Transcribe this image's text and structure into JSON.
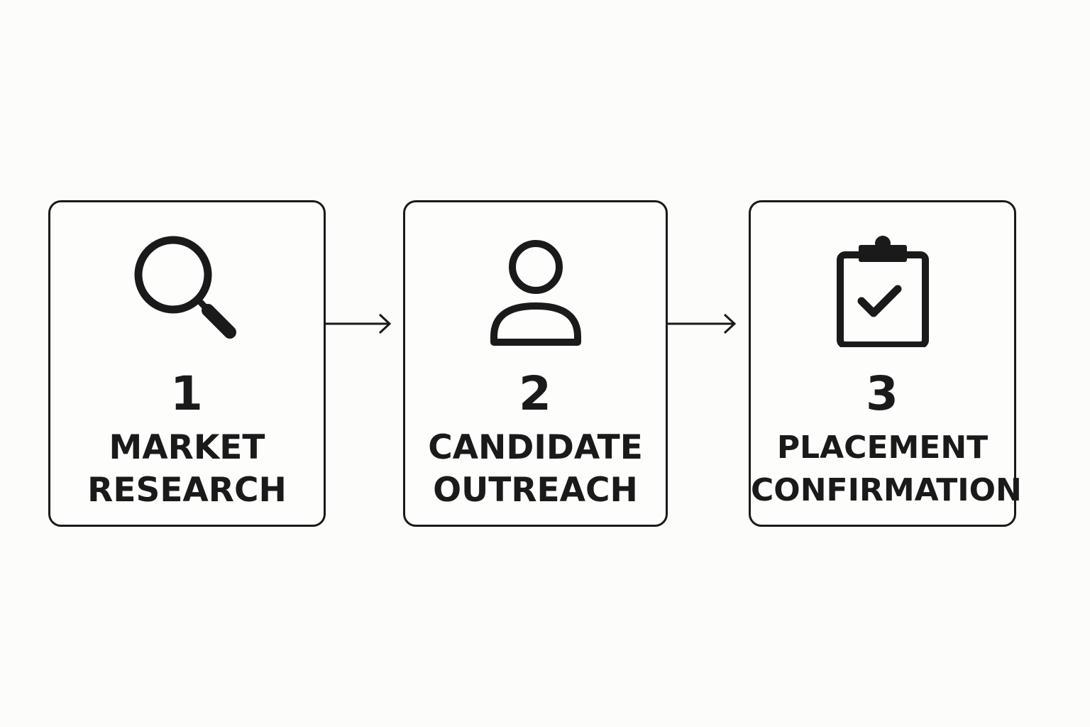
{
  "steps": [
    {
      "number": "1",
      "label_line1": "MARKET",
      "label_line2": "RESEARCH",
      "icon": "search-icon"
    },
    {
      "number": "2",
      "label_line1": "CANDIDATE",
      "label_line2": "OUTREACH",
      "icon": "person-icon"
    },
    {
      "number": "3",
      "label_line1": "PLACEMENT",
      "label_line2": "CONFIRMATION",
      "icon": "clipboard-check-icon"
    }
  ],
  "arrows": [
    {
      "from": "1",
      "to": "2"
    },
    {
      "from": "2",
      "to": "3"
    }
  ],
  "colors": {
    "stroke": "#1a1a1a",
    "background": "#fcfcfa"
  }
}
